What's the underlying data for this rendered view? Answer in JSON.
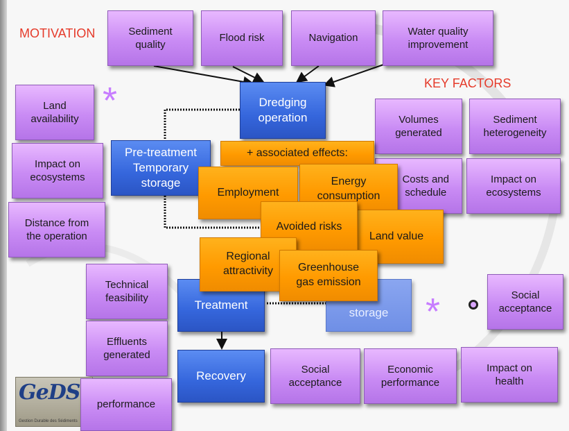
{
  "headings": {
    "motivation": "MOTIVATION",
    "key_factors": "KEY FACTORS"
  },
  "motivation_boxes": [
    "Sediment\nquality",
    "Flood risk",
    "Navigation",
    "Water quality\nimprovement"
  ],
  "left_boxes": [
    "Land\navailability",
    "Impact on\necosystems",
    "Distance from\nthe operation"
  ],
  "key_factor_boxes": [
    "Volumes\ngenerated",
    "Sediment\nheterogeneity",
    "Costs and\nschedule",
    "Impact on\necosystems"
  ],
  "process": {
    "dredging": "Dredging\noperation",
    "pretreatment": "Pre-treatment\nTemporary\nstorage",
    "treatment": "Treatment",
    "storage": "al\nstorage",
    "recovery": "Recovery"
  },
  "associated_effects": {
    "header": "+ associated effects:",
    "items": [
      "Employment",
      "Energy\nconsumption",
      "Avoided risks",
      "Land value",
      "Regional\nattractivity",
      "Greenhouse\ngas emission"
    ]
  },
  "treatment_boxes": [
    "Technical\nfeasibility",
    "Effluents\ngenerated",
    "performance"
  ],
  "bottom_boxes": [
    "Social\nacceptance",
    "Economic\nperformance",
    "Impact on\nhealth"
  ],
  "social_acceptance_right": "Social\nacceptance",
  "markers": {
    "star": "*"
  },
  "logo": {
    "word": "GeDSe",
    "caption": "Gestion Durable des Sédiments"
  },
  "colors": {
    "box_purple": "#c98bf4",
    "process_blue": "#3566dc",
    "effect_orange": "#ff9a00",
    "heading_red": "#e53a2a",
    "star_purple": "#c77dff"
  }
}
